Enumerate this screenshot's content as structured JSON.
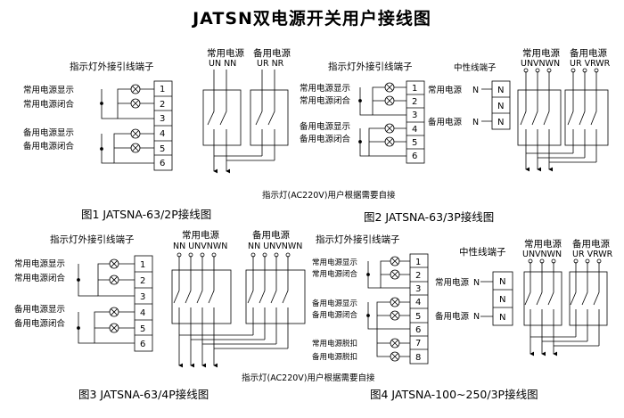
{
  "title": "JATSN双电源开关用户接线图",
  "indicator_note": "指示灯(AC220V)用户根据需要自接",
  "figures": [
    {
      "caption": "图1  JATSNA-63/2P接线图",
      "terminal_header": "指示灯外接引线端子",
      "labels": [
        "常用电源显示",
        "常用电源闭合",
        "备用电源显示",
        "备用电源闭合"
      ],
      "terminals": [
        "1",
        "2",
        "3",
        "4",
        "5",
        "6"
      ],
      "common_header": "常用电源",
      "common_poles": "UN NN",
      "backup_header": "备用电源",
      "backup_poles": "UR NR"
    },
    {
      "caption": "图2  JATSNA-63/3P接线图",
      "terminal_header": "指示灯外接引线端子",
      "labels": [
        "常用电源显示",
        "常用电源闭合",
        "备用电源显示",
        "备用电源闭合"
      ],
      "terminals": [
        "1",
        "2",
        "3",
        "4",
        "5",
        "6"
      ],
      "neutral_header": "中性线端子",
      "neutral_labels": [
        "常用电源",
        "备用电源"
      ],
      "neutral_marks": [
        "N",
        "N",
        "N"
      ],
      "n_letter": "N",
      "common_header": "常用电源",
      "common_poles": "UNVNWN",
      "backup_header": "备用电源",
      "backup_poles": "UR VRWR"
    },
    {
      "caption": "图3  JATSNA-63/4P接线图",
      "terminal_header": "指示灯外接引线端子",
      "labels": [
        "常用电源显示",
        "常用电源闭合",
        "备用电源显示",
        "备用电源闭合"
      ],
      "terminals": [
        "1",
        "2",
        "3",
        "4",
        "5",
        "6"
      ],
      "common_header": "常用电源",
      "common_poles": "NN UNVNWN",
      "backup_header": "备用电源",
      "backup_poles": "NN UNVNWN"
    },
    {
      "caption": "图4  JATSNA-100~250/3P接线图",
      "terminal_header": "指示灯外接引线端子",
      "labels": [
        "常用电源显示",
        "常用电源闭合",
        "备用电源显示",
        "备用电源闭合",
        "常用电源脱扣",
        "备用电源脱扣"
      ],
      "terminals": [
        "1",
        "2",
        "3",
        "4",
        "5",
        "6",
        "7",
        "8"
      ],
      "neutral_header": "中性线端子",
      "neutral_labels": [
        "常用电源",
        "备用电源"
      ],
      "neutral_marks": [
        "N",
        "N",
        "N"
      ],
      "n_letter": "N",
      "common_header": "常用电源",
      "common_poles": "UNVNWN",
      "backup_header": "备用电源",
      "backup_poles": "UR VRWR"
    }
  ]
}
